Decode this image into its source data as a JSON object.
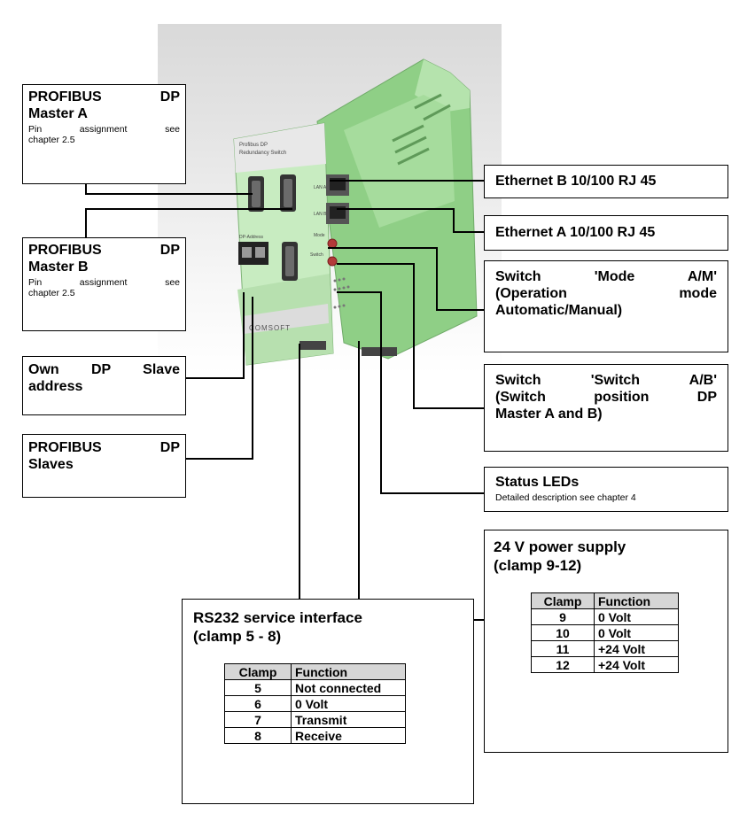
{
  "device": {
    "title_line1": "Profibus DP",
    "title_line2": "Redundancy Switch",
    "brand": "COMSOFT",
    "port_lan_a": "LAN A",
    "port_lan_b": "LAN B",
    "label_mode": "Mode",
    "label_switch": "Switch",
    "label_dp_address": "DP-Address"
  },
  "callouts": {
    "master_a": {
      "title_l1": "PROFIBUS DP",
      "title_l2": "Master A",
      "sub": "Pin assignment see",
      "sub2": "chapter 2.5"
    },
    "master_b": {
      "title_l1": "PROFIBUS DP",
      "title_l2": "Master B",
      "sub": "Pin assignment see",
      "sub2": "chapter 2.5"
    },
    "own_slave": {
      "title_l1": "Own DP Slave",
      "title_l2": "address"
    },
    "slaves": {
      "title_l1": "PROFIBUS DP",
      "title_l2": "Slaves"
    },
    "eth_b": {
      "title": "Ethernet B 10/100 RJ 45"
    },
    "eth_a": {
      "title": "Ethernet A 10/100 RJ 45"
    },
    "mode_switch": {
      "l1": "Switch 'Mode A/M'",
      "l2": "(Operation mode",
      "l3": "Automatic/Manual)"
    },
    "ab_switch": {
      "l1": "Switch 'Switch A/B'",
      "l2": "(Switch position DP",
      "l3": "Master A and B)"
    },
    "status_leds": {
      "title": "Status LEDs",
      "sub": "Detailed description see chapter 4"
    }
  },
  "power": {
    "title_l1": "24 V power supply",
    "title_l2": "(clamp 9-12)",
    "headers": [
      "Clamp",
      "Function"
    ],
    "rows": [
      [
        "9",
        "0 Volt"
      ],
      [
        "10",
        "0 Volt"
      ],
      [
        "11",
        "+24 Volt"
      ],
      [
        "12",
        "+24 Volt"
      ]
    ]
  },
  "rs232": {
    "title_l1": "RS232 service interface",
    "title_l2": "(clamp 5 - 8)",
    "headers": [
      "Clamp",
      "Function"
    ],
    "rows": [
      [
        "5",
        "Not connected"
      ],
      [
        "6",
        "0 Volt"
      ],
      [
        "7",
        "Transmit"
      ],
      [
        "8",
        "Receive"
      ]
    ]
  }
}
